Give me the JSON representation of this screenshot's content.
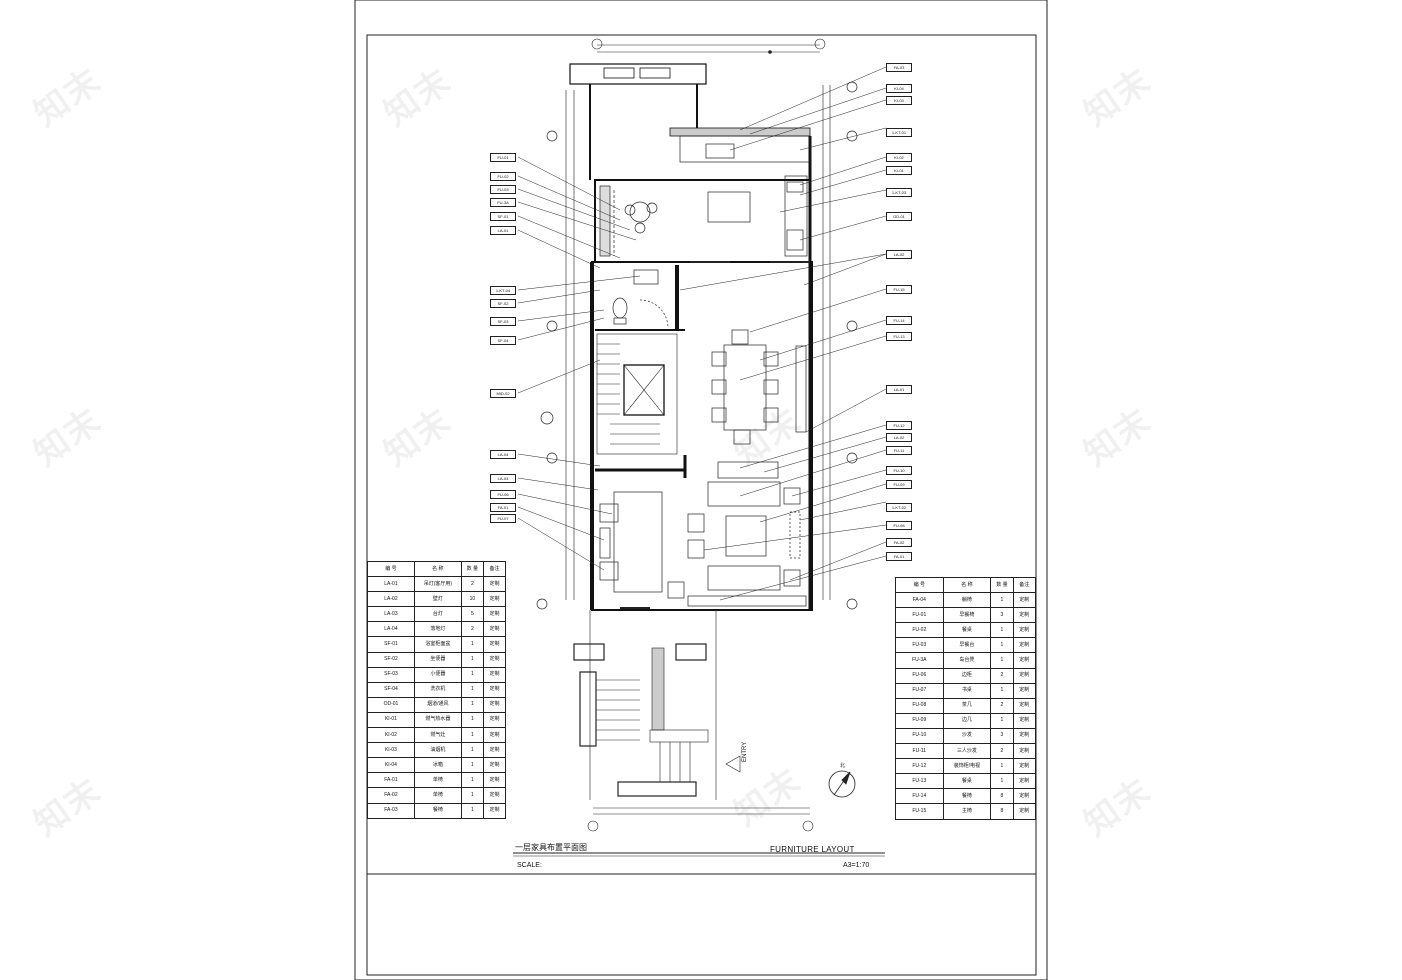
{
  "watermark": "知末",
  "drawing": {
    "title_cn": "一层家具布置平面图",
    "title_en": "FURNITURE LAYOUT",
    "scale_label": "SCALE:",
    "scale_value": "A3=1:70",
    "entry_label": "ENTRY",
    "north_label": "北"
  },
  "left_table": {
    "header": [
      "编 号",
      "名 称",
      "数 量",
      "备注"
    ],
    "rows": [
      [
        "LA-01",
        "吊灯(客厅用)",
        "2",
        "定制"
      ],
      [
        "LA-02",
        "壁灯",
        "10",
        "定制"
      ],
      [
        "LA-03",
        "台灯",
        "5",
        "定制"
      ],
      [
        "LA-04",
        "落地灯",
        "2",
        "定制"
      ],
      [
        "SF-01",
        "浴室柜面盆",
        "1",
        "定制"
      ],
      [
        "SF-02",
        "坐便器",
        "1",
        "定制"
      ],
      [
        "SF-03",
        "小便器",
        "1",
        "定制"
      ],
      [
        "SF-04",
        "洗衣机",
        "1",
        "定制"
      ],
      [
        "OD-01",
        "烟道/通风",
        "1",
        "定制"
      ],
      [
        "KI-01",
        "燃气热水器",
        "1",
        "定制"
      ],
      [
        "KI-02",
        "燃气灶",
        "1",
        "定制"
      ],
      [
        "KI-03",
        "油烟机",
        "1",
        "定制"
      ],
      [
        "KI-04",
        "冰箱",
        "1",
        "定制"
      ],
      [
        "FA-01",
        "单椅",
        "1",
        "定制"
      ],
      [
        "FA-02",
        "单椅",
        "1",
        "定制"
      ],
      [
        "FA-03",
        "餐椅",
        "1",
        "定制"
      ]
    ]
  },
  "right_table": {
    "header": [
      "编 号",
      "名 称",
      "数 量",
      "备注"
    ],
    "rows": [
      [
        "FA-04",
        "躺椅",
        "1",
        "定制"
      ],
      [
        "FU-01",
        "早餐椅",
        "3",
        "定制"
      ],
      [
        "FU-02",
        "餐桌",
        "1",
        "定制"
      ],
      [
        "FU-03",
        "早餐台",
        "1",
        "定制"
      ],
      [
        "FU-3A",
        "岛台凳",
        "1",
        "定制"
      ],
      [
        "FU-06",
        "边柜",
        "2",
        "定制"
      ],
      [
        "FU-07",
        "书桌",
        "1",
        "定制"
      ],
      [
        "FU-08",
        "茶几",
        "2",
        "定制"
      ],
      [
        "FU-09",
        "边几",
        "1",
        "定制"
      ],
      [
        "FU-10",
        "沙发",
        "3",
        "定制"
      ],
      [
        "FU-11",
        "三人沙发",
        "2",
        "定制"
      ],
      [
        "FU-12",
        "装饰柜/电视",
        "1",
        "定制"
      ],
      [
        "FU-13",
        "餐桌",
        "1",
        "定制"
      ],
      [
        "FU-14",
        "餐椅",
        "8",
        "定制"
      ],
      [
        "FU-15",
        "主椅",
        "8",
        "定制"
      ]
    ]
  },
  "callouts_left": [
    "FU-01",
    "FU-02",
    "FU-03",
    "FU-3A",
    "SF-01",
    "LA-01",
    "1-KT-04",
    "SF-02",
    "SF-03",
    "SF-04",
    "MID-02",
    "LA-04",
    "LA-03",
    "FU-06",
    "FA-01",
    "FU-07"
  ],
  "callouts_right": [
    "FA-03",
    "KI-04",
    "KI-03",
    "1-KT-01",
    "KI-02",
    "KI-01",
    "1-KT-03",
    "OD-01",
    "LA-02",
    "FU-15",
    "FU-14",
    "FU-13",
    "LA-01",
    "FU-12",
    "LA-02",
    "FU-11",
    "FU-10",
    "FU-09",
    "1-KT-02",
    "FU-08",
    "FA-02",
    "FA-01"
  ]
}
